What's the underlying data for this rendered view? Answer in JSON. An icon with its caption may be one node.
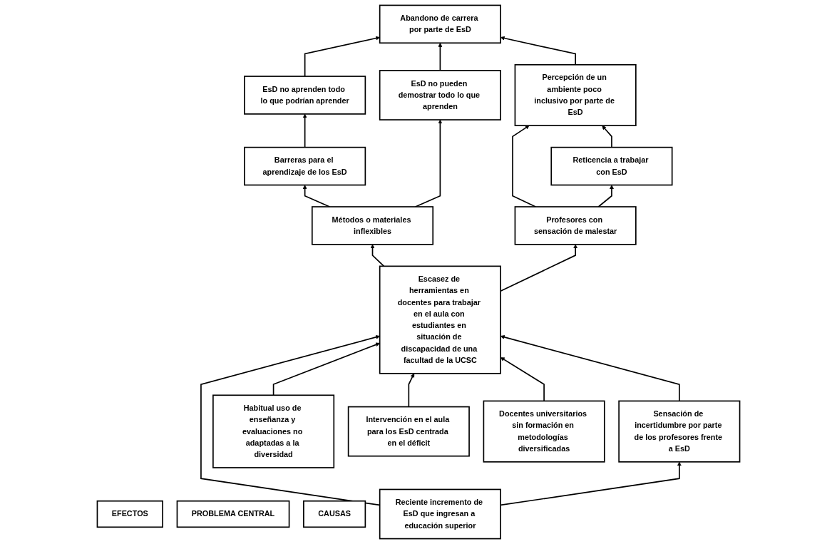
{
  "diagram": {
    "nodes": [
      {
        "text": [
          "EsD no pueden demostrar todo lo que aprenden"
        ]
      },
      {
        "text": [
          "EsD no aprenden todo lo que podrían aprender"
        ]
      },
      {
        "text": [
          "Abandono de carrera por parte de EsD"
        ]
      },
      {
        "text": [
          "Percepción de un ambiente poco inclusivo por parte de EsD"
        ]
      },
      {
        "text": [
          "EFECTOS"
        ]
      },
      {
        "text": [
          "Barreras para el aprendizaje de los EsD"
        ]
      },
      {
        "text": [
          "Profesores con sensación de malestar"
        ]
      },
      {
        "text": [
          "Reticencia a trabajar con EsD"
        ]
      },
      {
        "text": [
          "Métodos o materiales inflexibles"
        ]
      },
      {
        "text": [
          "Escasez de herramientas en docentes para trabajar en el aula con estudiantes en situación de discapacidad de una facultad de la UCSC"
        ]
      },
      {
        "text": [
          "PROBLEMA CENTRAL"
        ]
      },
      {
        "text": [
          "Sensación de incertidumbre por parte de los profesores frente a EsD"
        ]
      },
      {
        "text": [
          "Habitual uso de enseñanza y evaluaciones no adaptadas a la diversidad"
        ]
      },
      {
        "text": [
          "CAUSAS"
        ]
      },
      {
        "text": [
          "Reciente incremento de EsD que ingresan a educación superior"
        ]
      },
      {
        "text": [
          "Intervención en el aula para los EsD centrada en el déficit"
        ]
      },
      {
        "text": [
          "Docentes universitarios sin formación en metodologías diversificadas"
        ]
      }
    ],
    "edges": [
      {
        "from": 0,
        "to": 2,
        "arrow": "to"
      },
      {
        "from": 3,
        "to": 2,
        "arrow": "to"
      },
      {
        "from": 1,
        "to": 2,
        "arrow": "to"
      },
      {
        "from": 5,
        "to": 1,
        "arrow": "to"
      },
      {
        "from": 8,
        "to": 5,
        "arrow": "to"
      },
      {
        "from": 8,
        "to": 0,
        "arrow": "to"
      },
      {
        "from": 6,
        "to": 3,
        "arrow": "to"
      },
      {
        "from": 6,
        "to": 7,
        "arrow": "to"
      },
      {
        "from": 7,
        "to": 3,
        "arrow": "to"
      },
      {
        "from": 9,
        "to": 8,
        "arrow": "to"
      },
      {
        "from": 9,
        "to": 6,
        "arrow": "to"
      },
      {
        "from": 14,
        "to": 9,
        "arrow": "to"
      },
      {
        "from": 14,
        "to": 11,
        "arrow": "to"
      },
      {
        "from": 11,
        "to": 9,
        "arrow": "to"
      },
      {
        "from": 15,
        "to": 9,
        "arrow": "to"
      },
      {
        "from": 12,
        "to": 9,
        "arrow": "to"
      },
      {
        "from": 16,
        "to": 9,
        "arrow": "to"
      }
    ]
  }
}
